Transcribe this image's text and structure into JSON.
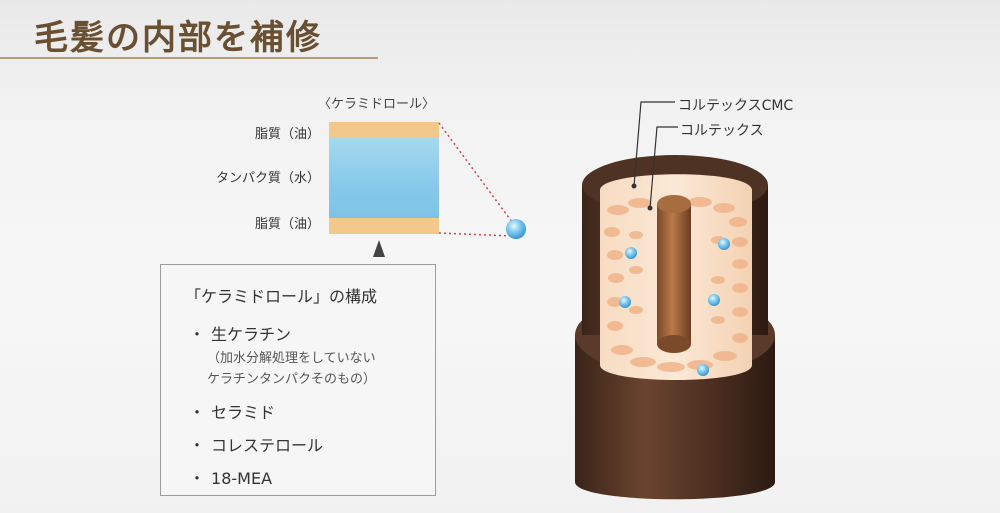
{
  "title": "毛髪の内部を補修",
  "ceramide_roll_diagram": {
    "heading": "〈ケラミドロール〉",
    "layers": {
      "top": "脂質（油）",
      "middle": "タンパク質（水）",
      "bottom": "脂質（油）"
    }
  },
  "info_box": {
    "title": "「ケラミドロール」の構成",
    "bullet_mark": "・",
    "items": [
      {
        "label": "生ケラチン"
      },
      {
        "label": "セラミド"
      },
      {
        "label": "コレステロール"
      },
      {
        "label": "18-MEA"
      }
    ],
    "note_line1": "（加水分解処理をしていない",
    "note_line2": "ケラチンタンパクそのもの）"
  },
  "hair_diagram": {
    "callouts": [
      "コルテックスCMC",
      "コルテックス"
    ]
  },
  "colors": {
    "title": "#6a5032",
    "title_rule": "#b59d76",
    "lipid": "#f3c98b",
    "protein": "#86c9ea",
    "hair_brown": "#5a3a2a",
    "cortex_cell": "#f0b48a",
    "droplet": "#5fb7e6"
  },
  "icons": [
    "droplet-icon",
    "pointer-triangle-icon"
  ]
}
